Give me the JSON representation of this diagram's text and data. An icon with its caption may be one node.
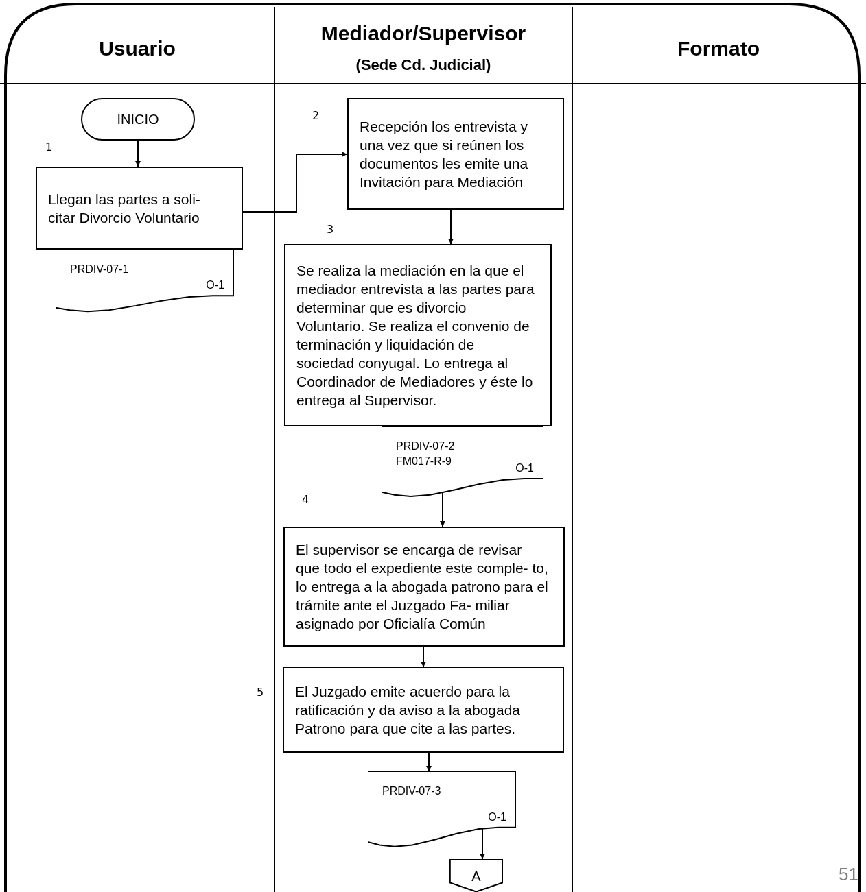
{
  "diagram": {
    "nodes": [
      {
        "text": [
          "INICIO"
        ]
      },
      {
        "text": [
          "Llegan las partes a soli- citar Divorcio Voluntario"
        ],
        "beside": [
          "1"
        ]
      },
      {
        "text": [
          "PRDIV-07-1",
          "O-1"
        ]
      },
      {
        "text": [
          "Recepción los entrevista y una vez que si reúnen los documentos les emite una Invitación para Mediación"
        ],
        "beside": [
          "2"
        ]
      },
      {
        "text": [
          "Se realiza la mediación en la que el mediador entrevista a las partes para determinar que es divorcio Voluntario. Se realiza el convenio de terminación y liquidación de sociedad conyugal. Lo entrega al Coordinador de Mediadores y éste lo entrega al Supervisor."
        ],
        "beside": [
          "3"
        ]
      },
      {
        "text": [
          "PRDIV-07-2",
          "FM017-R-9",
          "O-1"
        ]
      },
      {
        "text": [
          "El supervisor se encarga de revisar que todo el expediente este comple- to, lo entrega a la abogada patrono para el trámite ante el Juzgado Fa- miliar asignado por Oficialía Común"
        ],
        "beside": [
          "4"
        ]
      },
      {
        "text": [
          "El Juzgado emite acuerdo para la ratificación y da aviso a la abogada Patrono para que cite a las partes."
        ],
        "beside": [
          "5"
        ]
      },
      {
        "text": [
          "PRDIV-07-3",
          "O-1"
        ]
      },
      {
        "text": [
          "A"
        ]
      }
    ],
    "edges": [
      {
        "from": 0,
        "to": 1,
        "arrow": "to"
      },
      {
        "from": 1,
        "to": 3,
        "arrow": "to"
      },
      {
        "from": 3,
        "to": 4,
        "arrow": "to"
      },
      {
        "from": 5,
        "to": 6,
        "arrow": "to"
      },
      {
        "from": 6,
        "to": 7,
        "arrow": "to"
      },
      {
        "from": 7,
        "to": 8,
        "arrow": "to"
      },
      {
        "from": 8,
        "to": 9,
        "arrow": "to"
      }
    ],
    "labels": [
      "Usuario",
      "Mediador/Supervisor",
      "(Sede Cd. Judicial)",
      "Formato",
      "51"
    ]
  }
}
